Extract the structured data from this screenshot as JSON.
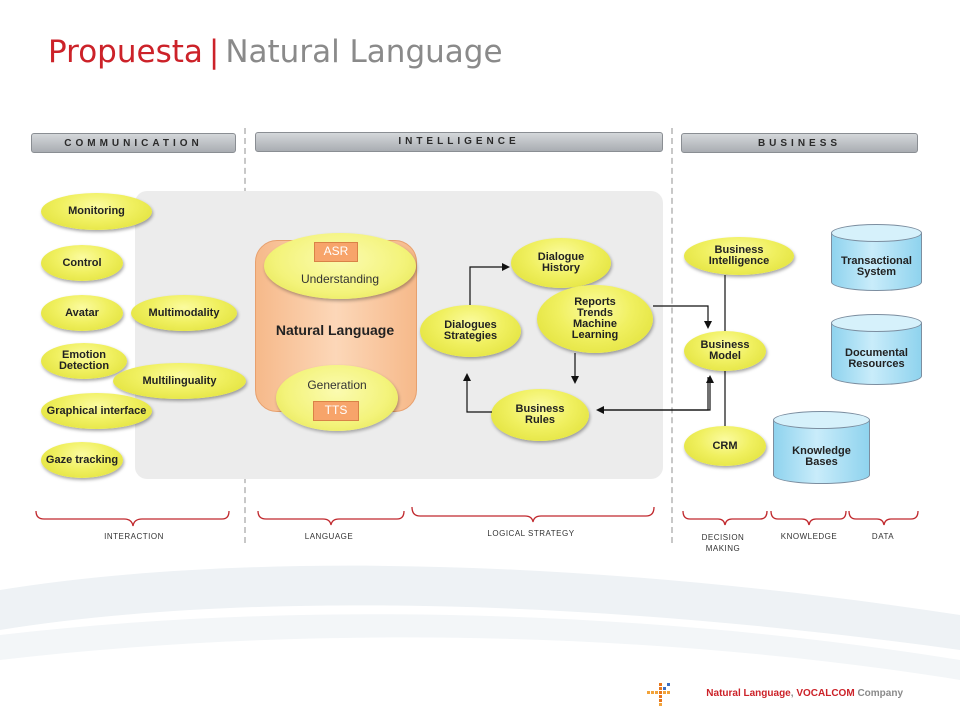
{
  "title": {
    "part1": "Propuesta",
    "separator": "|",
    "part2": "Natural Language"
  },
  "sections": {
    "communication": "COMMUNICATION",
    "intelligence": "INTELLIGENCE",
    "business": "BUSINESS"
  },
  "communication": {
    "monitoring": "Monitoring",
    "control": "Control",
    "avatar": "Avatar",
    "multimodality": "Multimodality",
    "emotion_detection": "Emotion Detection",
    "multilinguality": "Multilinguality",
    "graphical_interface": "Graphical interface",
    "gaze_tracking": "Gaze tracking"
  },
  "natural_language": {
    "title": "Natural Language",
    "understanding": "Understanding",
    "asr": "ASR",
    "generation": "Generation",
    "tts": "TTS"
  },
  "intelligence": {
    "dialogue_history": "Dialogue History",
    "reports": "Reports Trends Machine Learning",
    "dialogues_strategies": "Dialogues Strategies",
    "business_rules": "Business Rules"
  },
  "business": {
    "business_intelligence": "Business Intelligence",
    "business_model": "Business Model",
    "crm": "CRM",
    "transactional_system": "Transactional System",
    "documental_resources": "Documental Resources",
    "knowledge_bases": "Knowledge Bases"
  },
  "brackets": {
    "interaction": "INTERACTION",
    "language": "LANGUAGE",
    "logical_strategy": "LOGICAL STRATEGY",
    "decision_making": "DECISION MAKING",
    "knowledge": "KNOWLEDGE",
    "data": "DATA"
  },
  "footer": {
    "product": "Natural Language",
    "separator": ", ",
    "company": "VOCALCOM",
    "suffix": "Company"
  },
  "colors": {
    "accent_red": "#cc2229",
    "grey": "#8a8a8a",
    "yellow": "#f0f060",
    "orange": "#f7a46a",
    "cyan": "#9ddcf2"
  }
}
